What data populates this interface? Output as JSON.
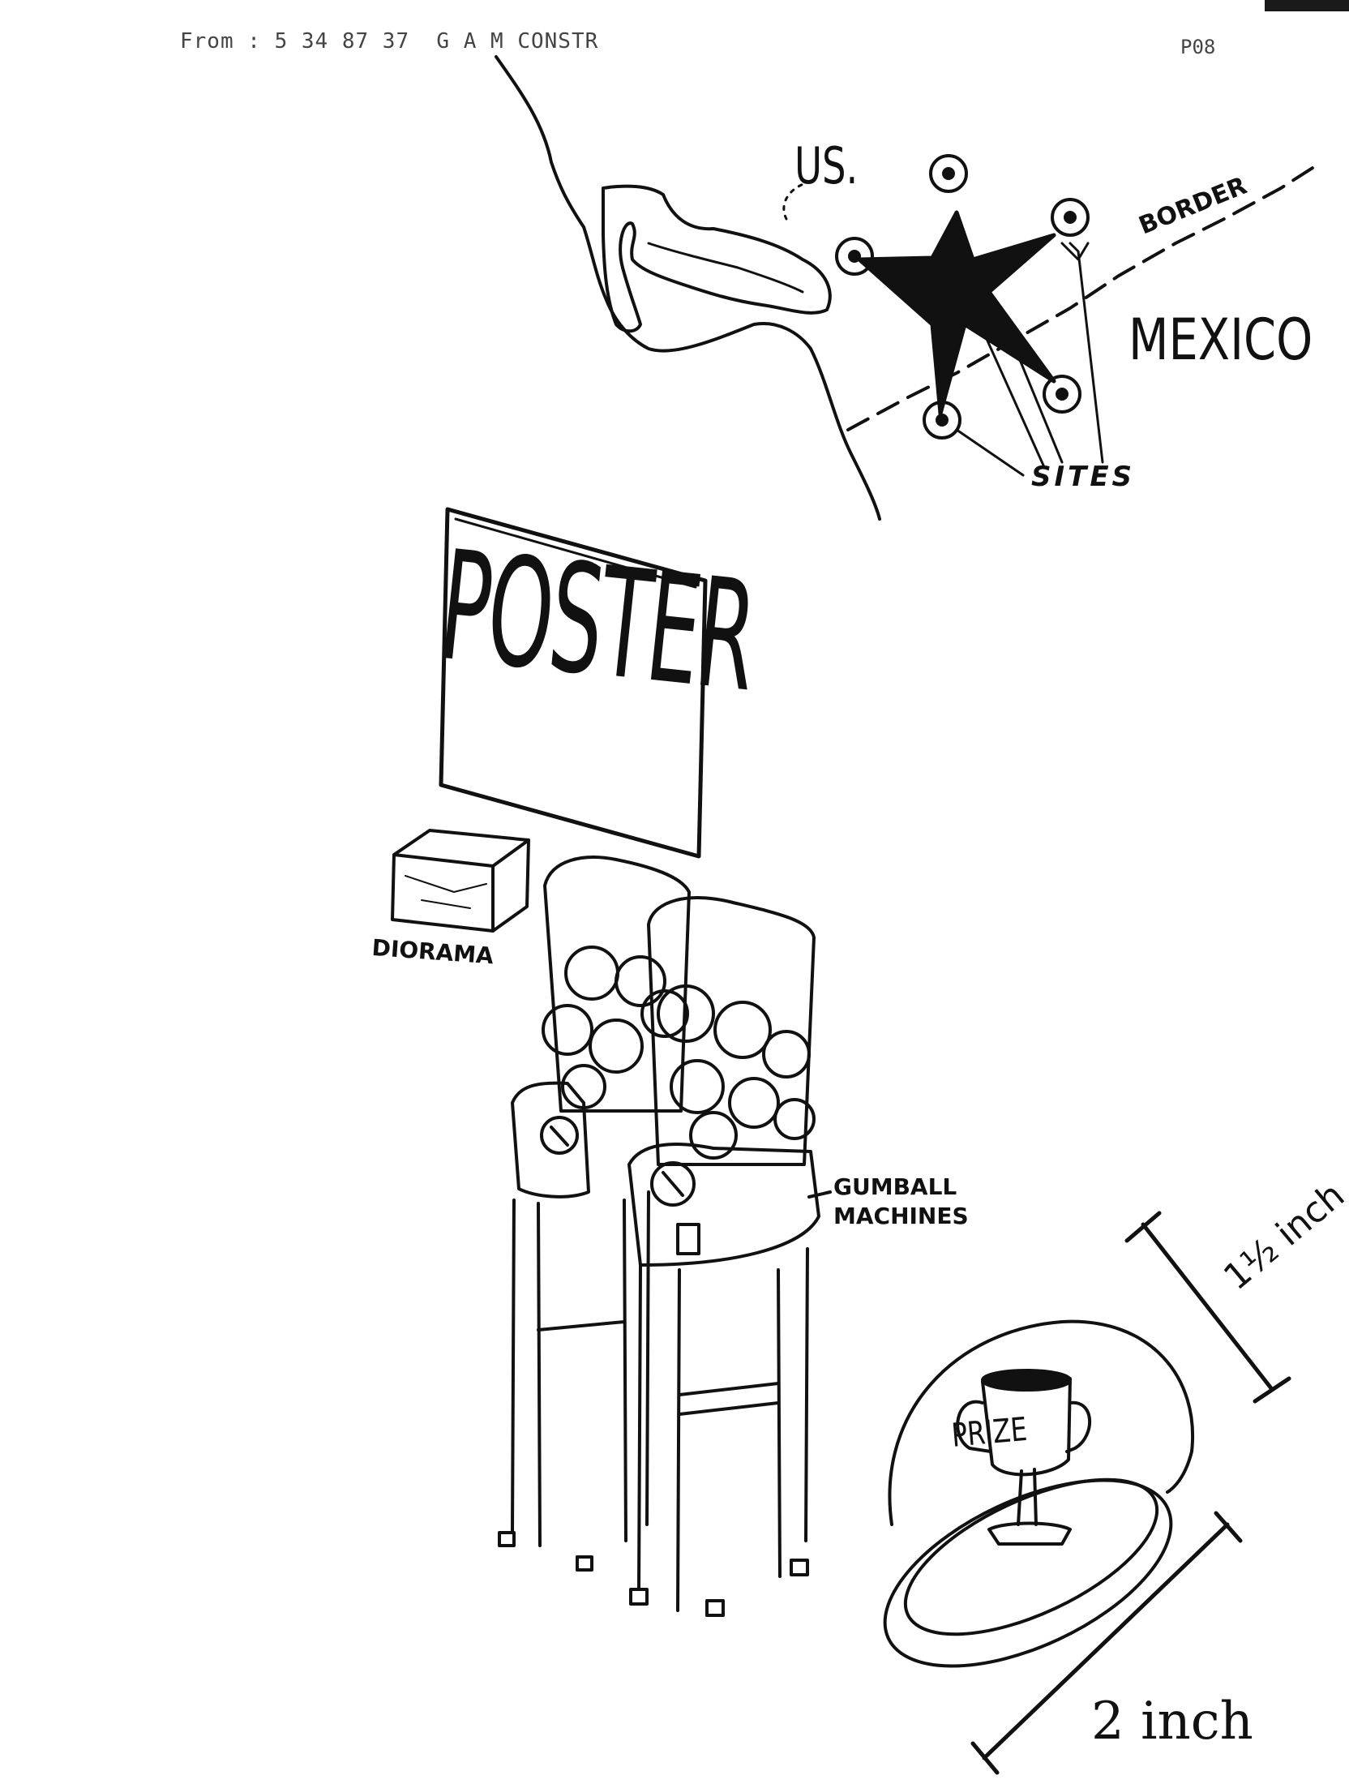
{
  "fax": {
    "header": "From : 5 34 87 37  G A M CONSTR",
    "page": "P08"
  },
  "map": {
    "us_label": "US.",
    "mexico_label": "MEXICO",
    "border_label": "BORDER",
    "sites_label": "SITES"
  },
  "poster": {
    "label": "POSTER"
  },
  "diorama": {
    "label": "DIORAMA"
  },
  "gumball": {
    "label_line1": "GUMBALL",
    "label_line2": "MACHINES"
  },
  "prize": {
    "label": "PRIZE",
    "height_label": "1½ inch",
    "width_label": "2 inch"
  },
  "colors": {
    "ink": "#111111",
    "background": "#ffffff",
    "fax_text": "#444444"
  }
}
